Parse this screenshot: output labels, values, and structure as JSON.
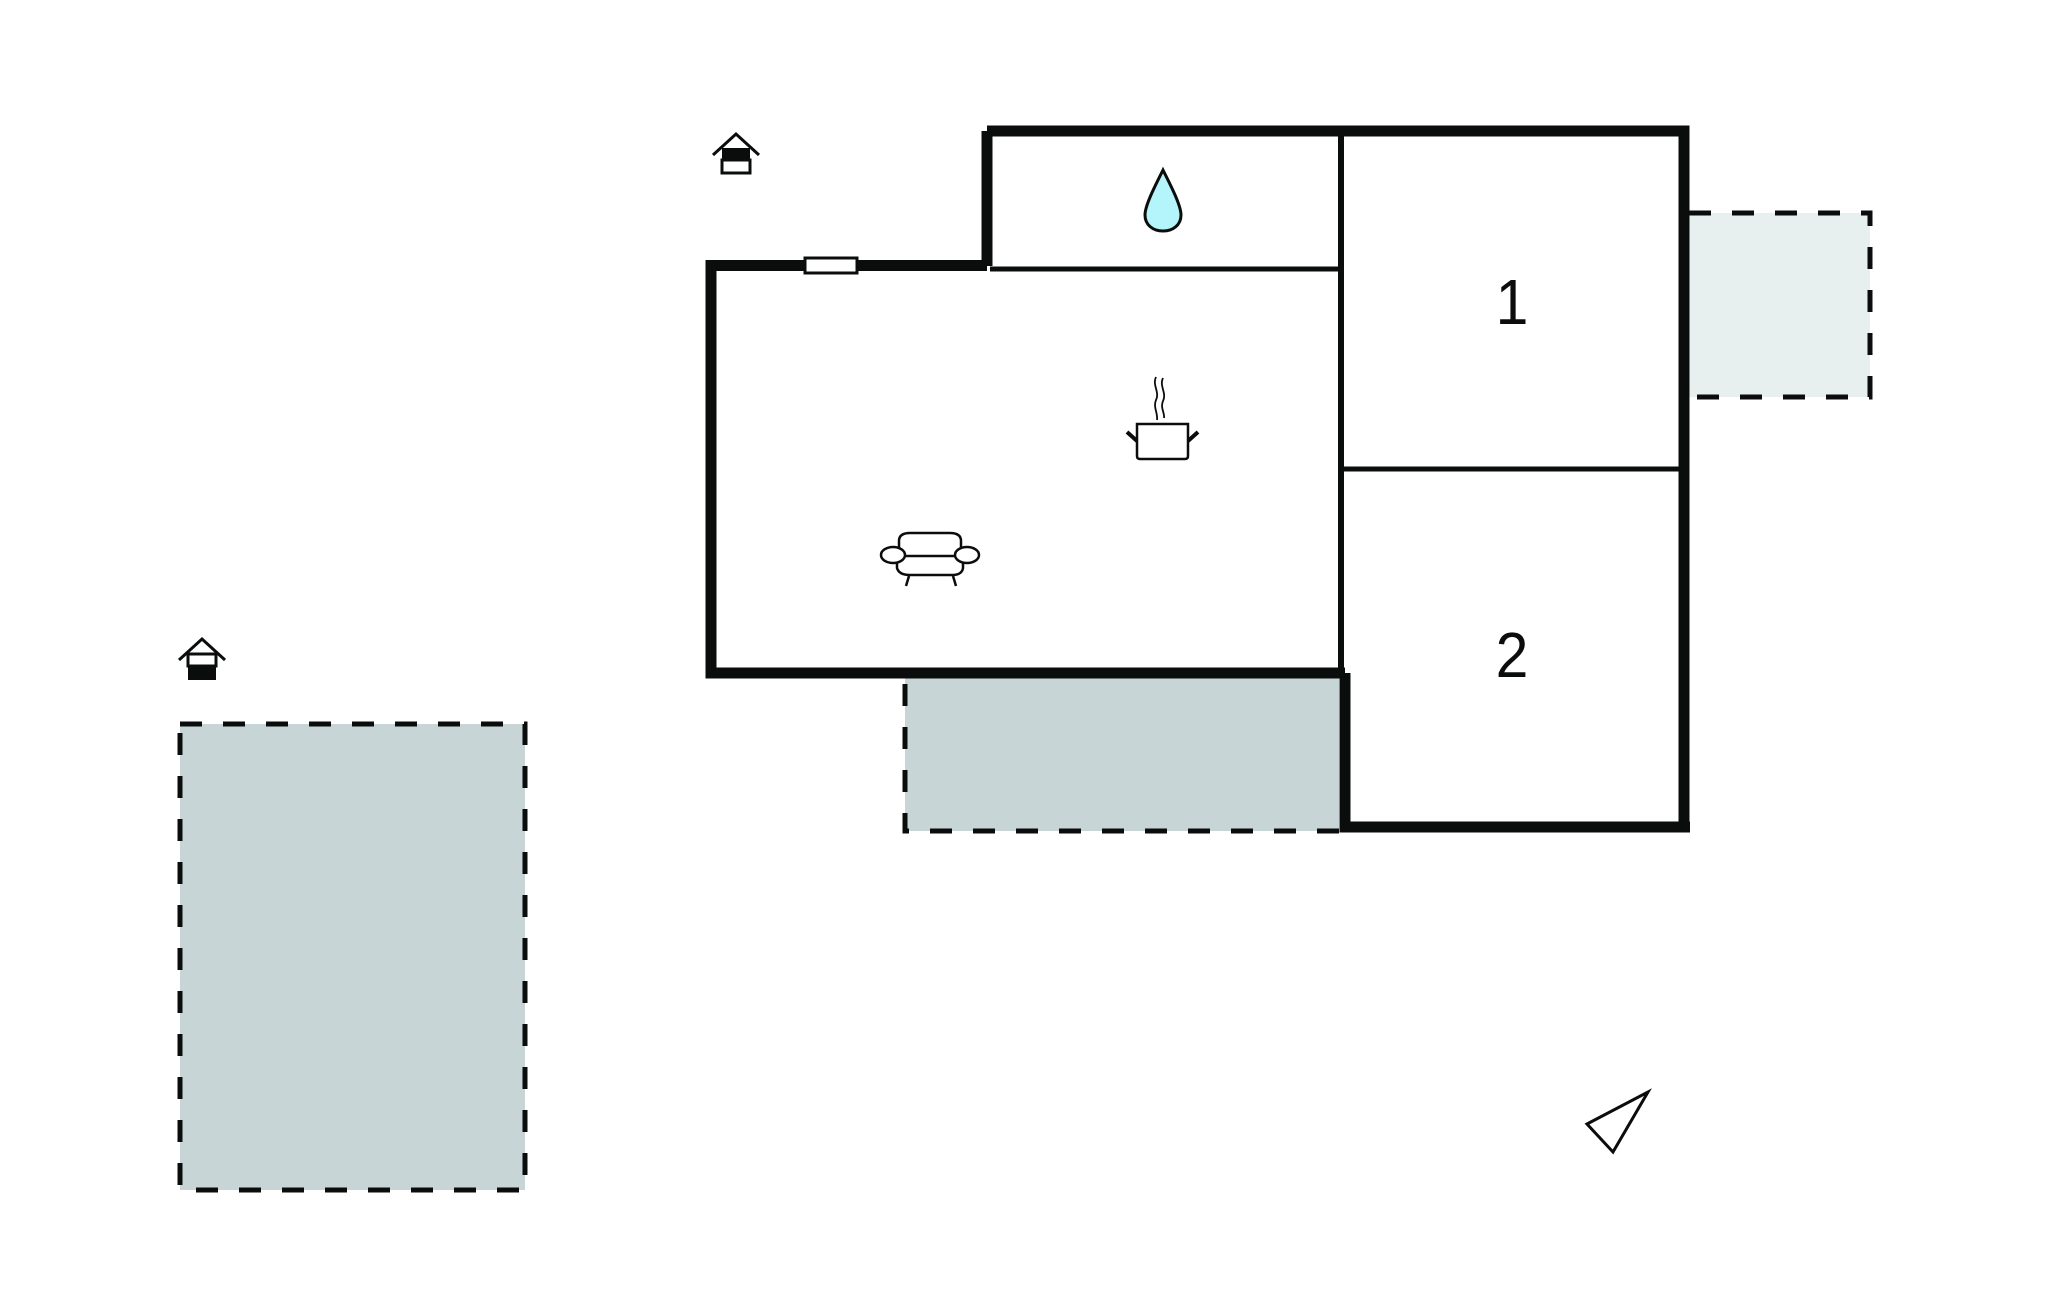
{
  "plan": {
    "type": "floor-plan",
    "colors": {
      "wall": "#0b0d0c",
      "background": "#ffffff",
      "terrace_fill": "#c8d5d7",
      "terrace_light_fill": "#e8efef",
      "water_drop_fill": "#b3f5fa"
    },
    "rooms": [
      {
        "id": "bathroom",
        "label": "",
        "icon": "water-drop-icon"
      },
      {
        "id": "living-kitchen",
        "label": "",
        "icons": [
          "cooking-pot-icon",
          "sofa-icon"
        ]
      },
      {
        "id": "bedroom-1",
        "label": "1"
      },
      {
        "id": "bedroom-2",
        "label": "2"
      }
    ],
    "outdoor_areas": [
      {
        "id": "terrace-east",
        "style": "dashed",
        "fill": "light"
      },
      {
        "id": "terrace-south",
        "style": "dashed",
        "fill": "gray"
      },
      {
        "id": "parking",
        "style": "dashed",
        "fill": "gray"
      }
    ],
    "symbols": [
      {
        "id": "entrance-house",
        "icon": "entrance-icon"
      },
      {
        "id": "parking-house",
        "icon": "carport-icon"
      },
      {
        "id": "window",
        "icon": "window-icon"
      },
      {
        "id": "north-arrow",
        "icon": "compass-triangle-icon"
      }
    ]
  }
}
